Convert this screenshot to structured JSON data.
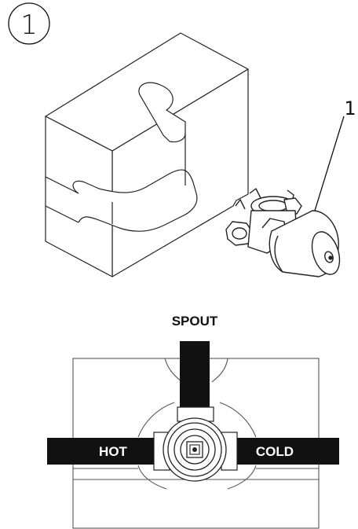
{
  "step": {
    "number": "1"
  },
  "callout": {
    "number": "1"
  },
  "labels": {
    "spout": "SPOUT",
    "hot": "HOT",
    "cold": "COLD"
  },
  "icons": [
    "foam-block-icon",
    "valve-body-icon",
    "valve-front-view-icon"
  ]
}
